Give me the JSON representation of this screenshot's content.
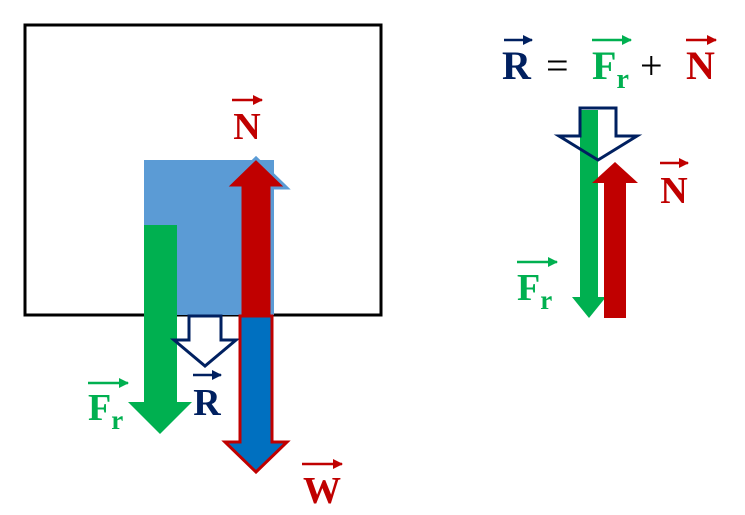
{
  "colors": {
    "green": "#00b050",
    "red": "#c00000",
    "navy": "#002060",
    "blue_block": "#5b9bd5",
    "blue_arrow": "#0070c0",
    "black": "#000000",
    "white": "#ffffff"
  },
  "labels": {
    "N": "N",
    "F": "F",
    "r_subscript": "r",
    "R": "R",
    "W": "W"
  },
  "equation": {
    "lhs": "R",
    "equals": "=",
    "term1": "F",
    "term1_sub": "r",
    "plus": "+",
    "term2": "N"
  },
  "icons": [
    "vector-arrow-icon"
  ]
}
